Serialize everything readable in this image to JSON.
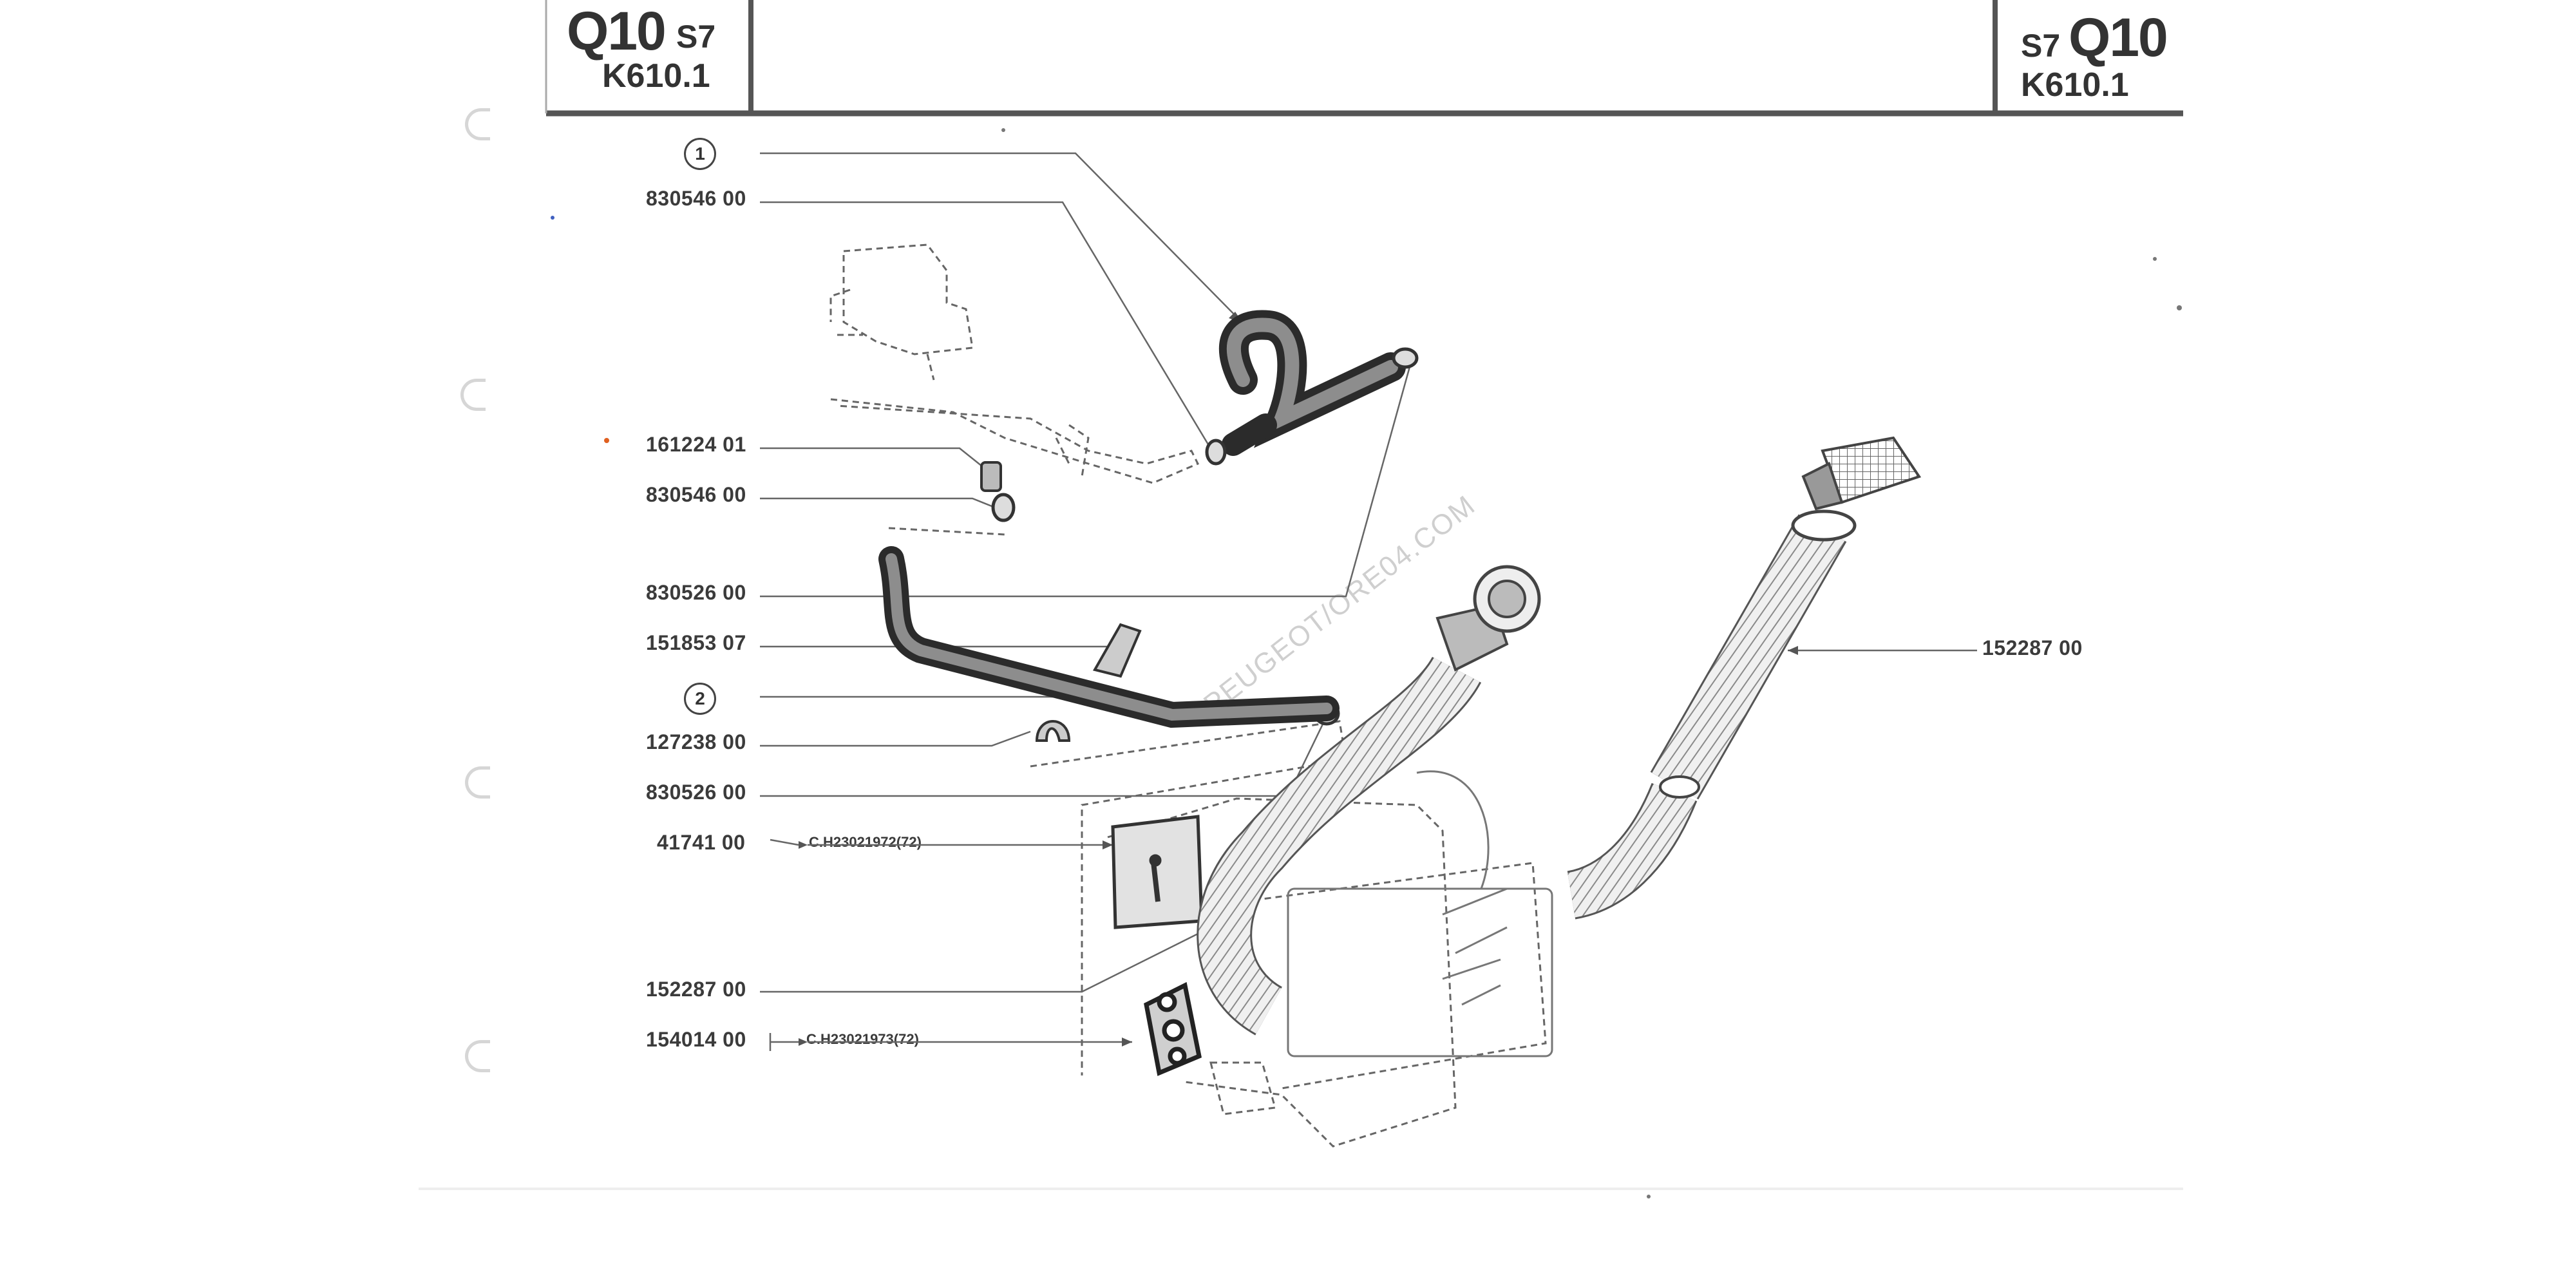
{
  "header": {
    "left": {
      "model": "Q10",
      "series": "S7",
      "ref": "K610.1"
    },
    "right": {
      "series": "S7",
      "model": "Q10",
      "ref": "K610.1"
    }
  },
  "callouts": {
    "marker_1": "1",
    "marker_2": "2",
    "c1": "830546 00",
    "c2": "161224 01",
    "c3": "830546 00",
    "c4": "830526 00",
    "c5": "151853 07",
    "c6": "127238 00",
    "c7": "830526 00",
    "c8": "41741 00",
    "c8_note": "C.H23021972(72)",
    "c9": "152287 00",
    "c10": "154014 00",
    "c10_note": "C.H23021973(72)",
    "c11": "152287 00"
  },
  "watermark": "PEUGEOT/ORE04.COM"
}
